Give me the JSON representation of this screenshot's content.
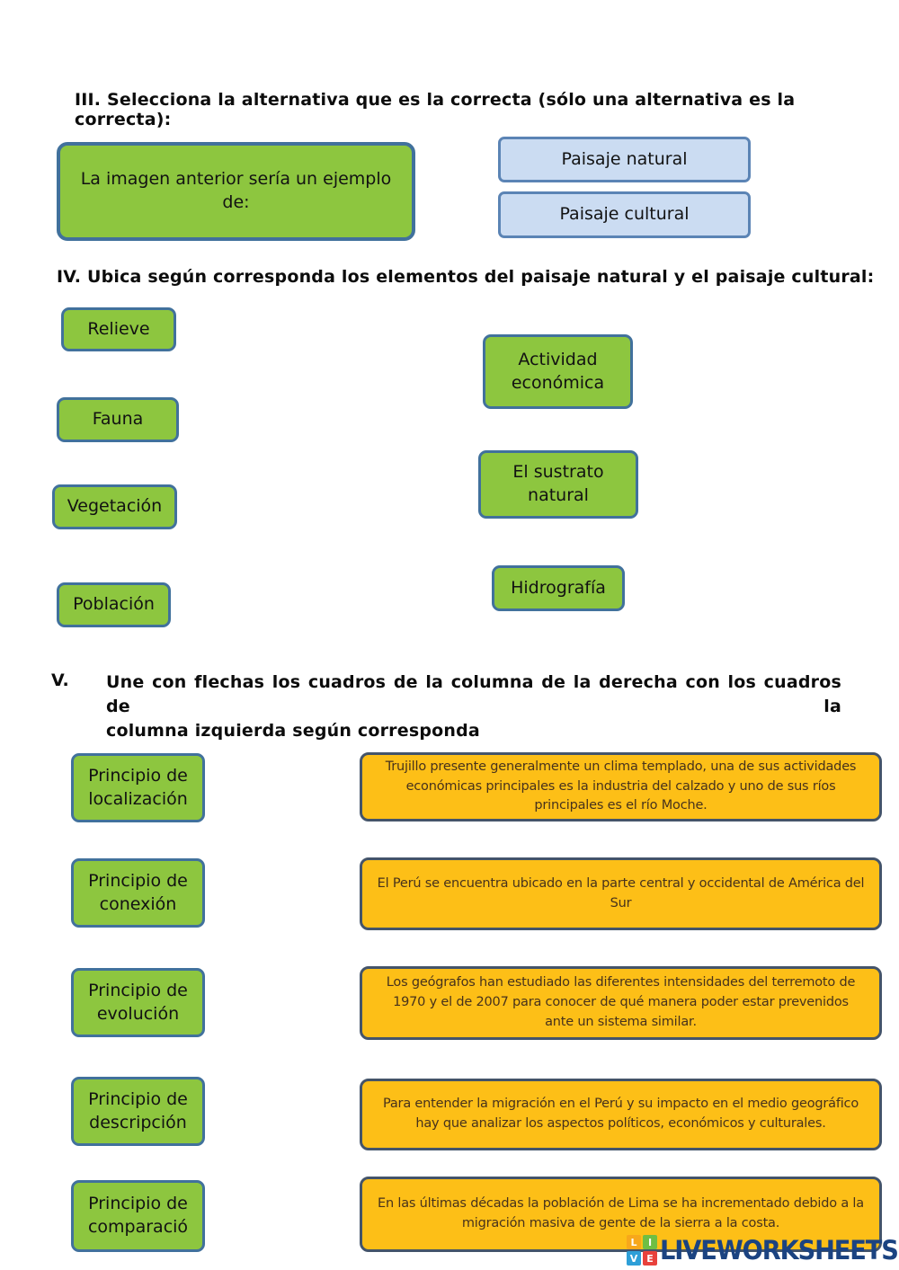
{
  "section_three": {
    "heading": "III.   Selecciona la alternativa que es la correcta (sólo una alternativa es la correcta):",
    "prompt": "La imagen anterior sería un ejemplo de:",
    "options": [
      {
        "label": "Paisaje natural"
      },
      {
        "label": "Paisaje cultural"
      }
    ]
  },
  "section_four": {
    "heading": "IV.  Ubica según corresponda los elementos del paisaje natural y el paisaje cultural:",
    "left_items": [
      {
        "label": "Relieve"
      },
      {
        "label": "Fauna"
      },
      {
        "label": "Vegetación"
      },
      {
        "label": "Población"
      }
    ],
    "right_items": [
      {
        "label": "Actividad económica"
      },
      {
        "label": "El sustrato natural"
      },
      {
        "label": "Hidrografía"
      }
    ]
  },
  "section_five": {
    "numeral": "V.",
    "heading_line1": "Une con flechas los cuadros de la columna de la derecha con los cuadros de la",
    "heading_line2": "columna izquierda según corresponda",
    "pairs": [
      {
        "left": "Principio de localización",
        "right": "Trujillo presente generalmente un clima templado, una de sus actividades económicas principales es la industria del calzado y uno de sus ríos principales es el río Moche."
      },
      {
        "left": "Principio de conexión",
        "right": "El Perú se encuentra ubicado en la parte central y occidental de América del Sur"
      },
      {
        "left": "Principio de evolución",
        "right": "Los geógrafos han estudiado las diferentes intensidades del terremoto de 1970 y el de 2007 para conocer de qué manera poder estar prevenidos ante un sistema similar."
      },
      {
        "left": "Principio de descripción",
        "right": "Para entender la migración en el Perú y su impacto en el medio geográfico hay que analizar los aspectos políticos, económicos y culturales."
      },
      {
        "left": "Principio de comparació",
        "right": "En las últimas décadas la población de Lima se ha incrementado debido a la migración masiva de gente de la sierra a la costa."
      }
    ]
  },
  "branding": {
    "logo_text": "LIVEWORKSHEETS",
    "tiles": [
      {
        "letter": "L",
        "color": "#f7a81b"
      },
      {
        "letter": "I",
        "color": "#6fbe44"
      },
      {
        "letter": "V",
        "color": "#2e9fd8"
      },
      {
        "letter": "E",
        "color": "#e8413c"
      }
    ]
  },
  "colors": {
    "green_fill": "#8dc63f",
    "green_border": "#41719c",
    "blue_fill": "#cbdcf2",
    "blue_border": "#5b84b5",
    "orange_fill": "#fdbf17",
    "orange_border": "#44546a",
    "logo_navy": "#1b4381"
  }
}
